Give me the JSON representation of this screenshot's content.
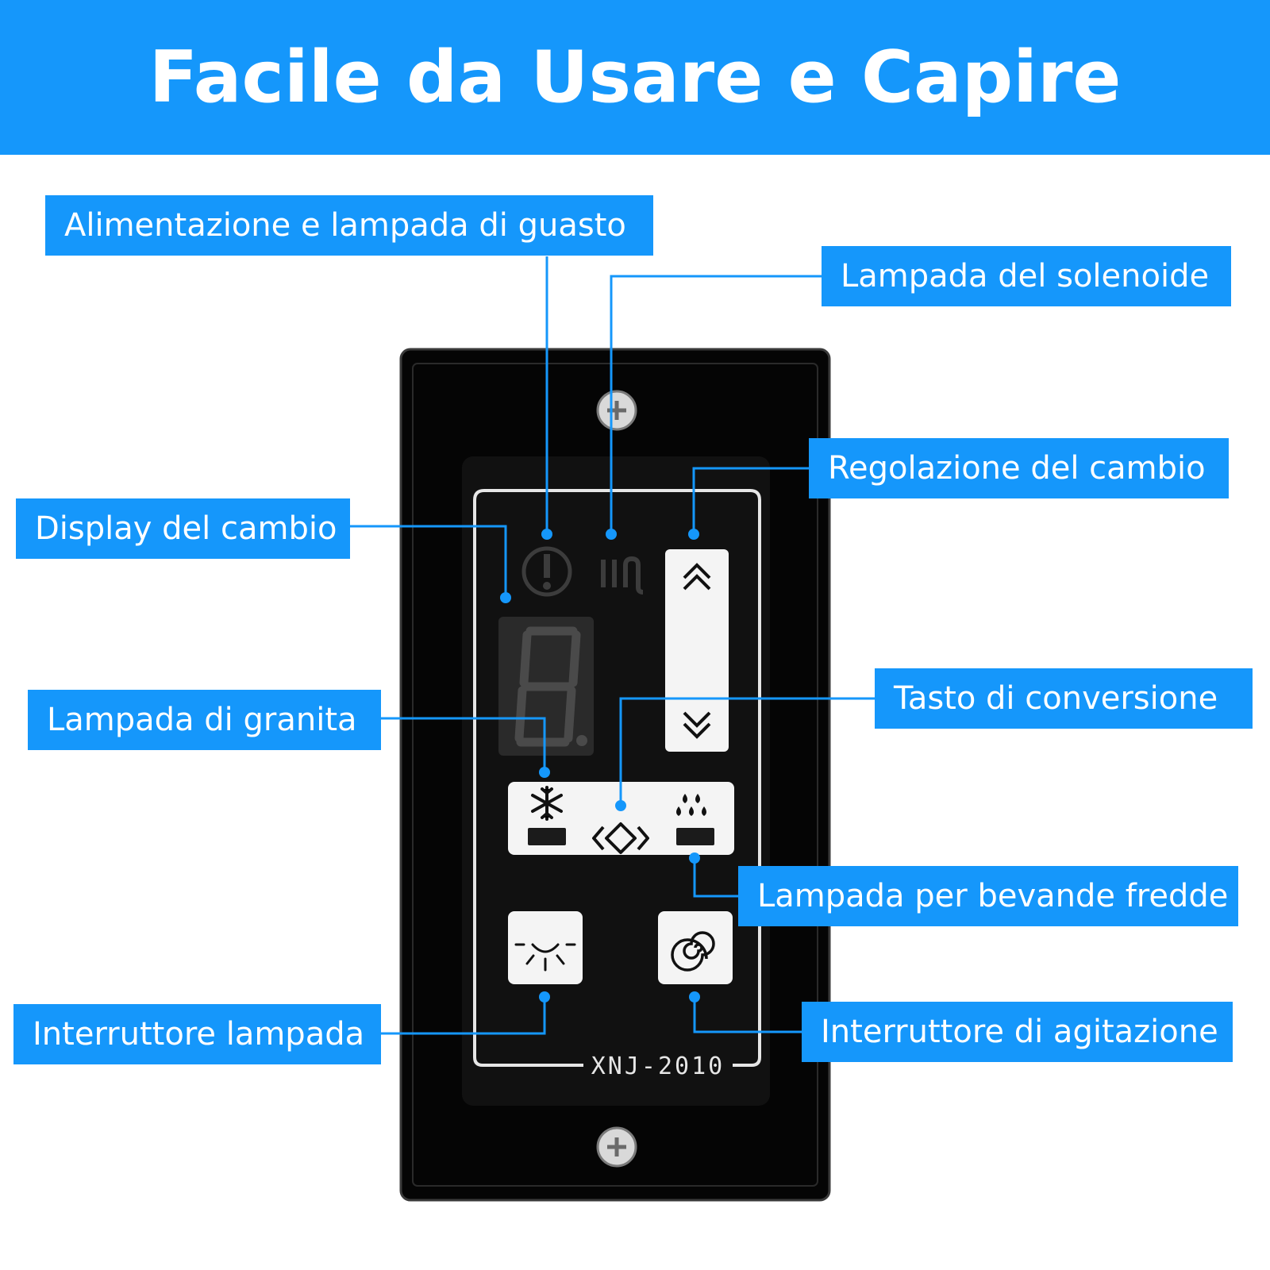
{
  "header": {
    "title": "Facile da Usare e Capire"
  },
  "labels": {
    "power_fault_lamp": "Alimentazione e lampada di guasto",
    "solenoid_lamp": "Lampada del solenoide",
    "gear_display": "Display del cambio",
    "gear_adjustment": "Regolazione del cambio",
    "slush_lamp": "Lampada di granita",
    "conversion_key": "Tasto di conversione",
    "cold_drink_lamp": "Lampada per bevande fredde",
    "lamp_switch": "Interruttore lampada",
    "agitation_switch": "Interruttore di agitazione"
  },
  "panel": {
    "model": "XNJ-2010",
    "display_digit": "8."
  },
  "colors": {
    "accent": "#1597fb",
    "panel": "#0b0b0b",
    "key": "#f4f4f4"
  }
}
